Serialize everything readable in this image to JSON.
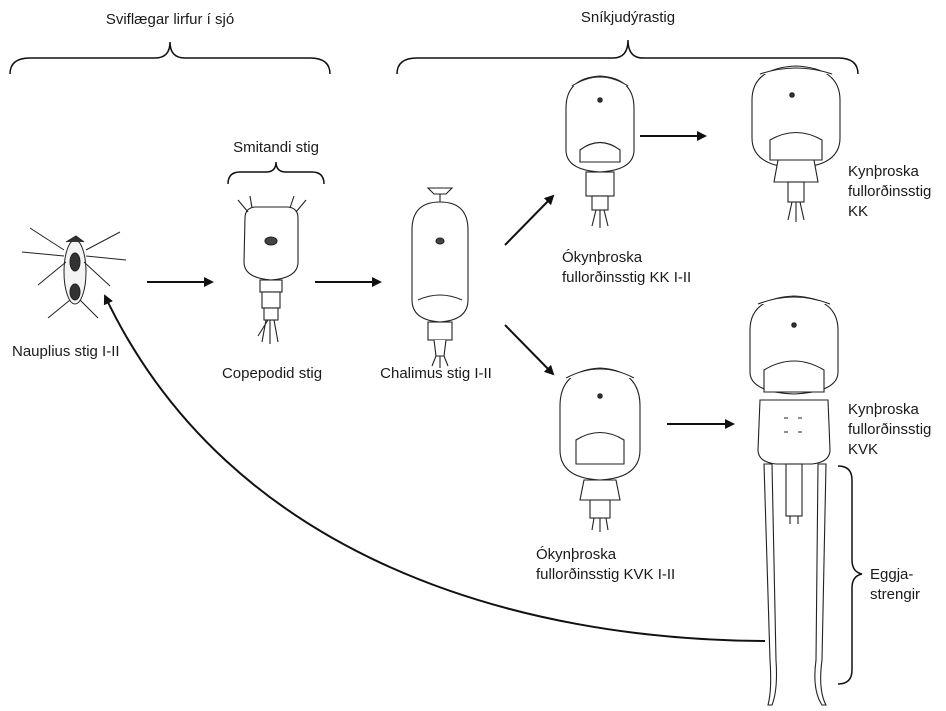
{
  "groups": {
    "planktonic": "Sviflægar lirfur í sjó",
    "parasitic": "Sníkjudýrastig",
    "infective": "Smitandi stig",
    "egg_strings": [
      "Eggja-",
      "strengir"
    ]
  },
  "stages": {
    "nauplius": "Nauplius stig I-II",
    "copepodid": "Copepodid stig",
    "chalimus": "Chalimus stig I-II",
    "preadult_male": [
      "Ókynþroska",
      "fullorðinsstig KK I-II"
    ],
    "adult_male": [
      "Kynþroska",
      "fullorðinsstig",
      "KK"
    ],
    "preadult_female": [
      "Ókynþroska",
      "fullorðinsstig KVK I-II"
    ],
    "adult_female": [
      "Kynþroska",
      "fullorðinsstig",
      "KVK"
    ]
  }
}
